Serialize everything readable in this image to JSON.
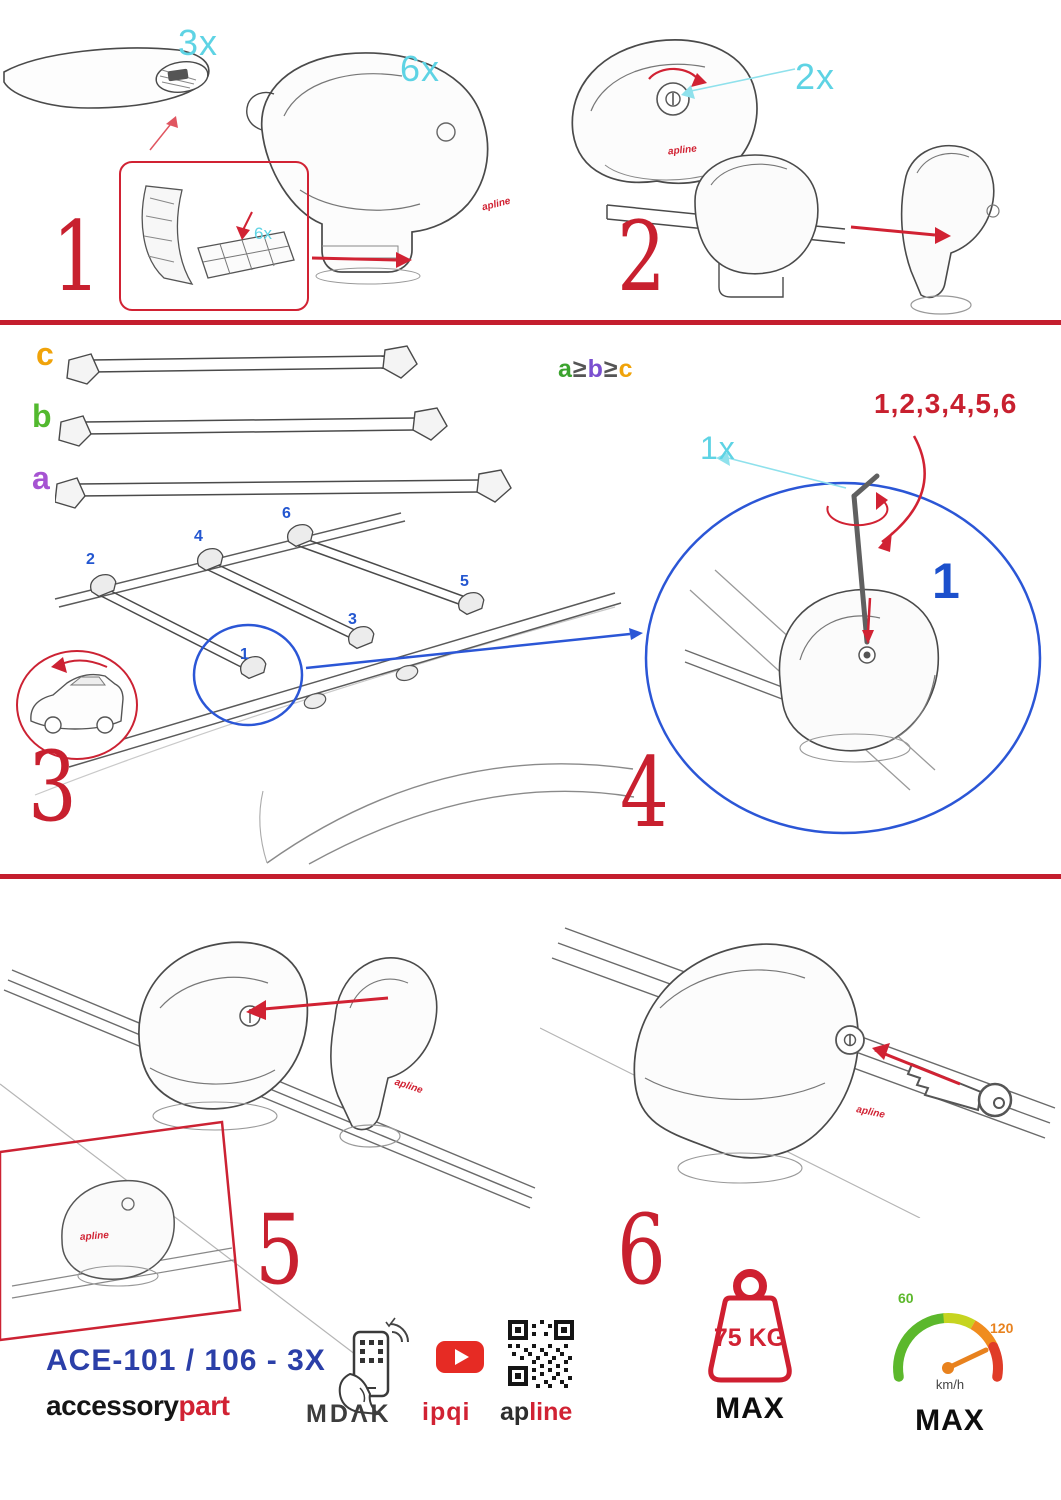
{
  "steps": {
    "s1": "1",
    "s2": "2",
    "s3": "3",
    "s4": "4",
    "s5": "5",
    "s6": "6"
  },
  "quantities": {
    "crossbars": "3x",
    "feet": "6x",
    "pads": "6x",
    "keys_locks": "2x",
    "hex_key": "1x"
  },
  "bar_labels": {
    "a": "a",
    "b": "b",
    "c": "c"
  },
  "size_rule": {
    "a": "a",
    "ge1": "≥",
    "b": "b",
    "ge2": "≥",
    "c": "c"
  },
  "tightening": {
    "sequence": "1,2,3,4,5,6",
    "first": "1",
    "positions": {
      "p1": "1",
      "p2": "2",
      "p3": "3",
      "p4": "4",
      "p5": "5",
      "p6": "6"
    }
  },
  "part_logo": "apline",
  "footer": {
    "model": "ACE-101 / 106 - 3X",
    "brand_accessory": "accessory",
    "brand_part": "part",
    "mdak": "MDΛK",
    "ipqi": "ipqi",
    "apline_ap": "ap",
    "apline_line": "line",
    "weight_limit": "75 KG",
    "weight_max": "MAX",
    "speed_low": "60",
    "speed_high": "120",
    "speed_unit": "km/h",
    "speed_max": "MAX"
  },
  "colors": {
    "red": "#c8202f",
    "cyan": "#5ed3e4",
    "blue": "#2b56d6",
    "green": "#52b92e",
    "purple": "#a653d2",
    "orange": "#f0a30a",
    "brand_blue": "#2b3fa8"
  }
}
